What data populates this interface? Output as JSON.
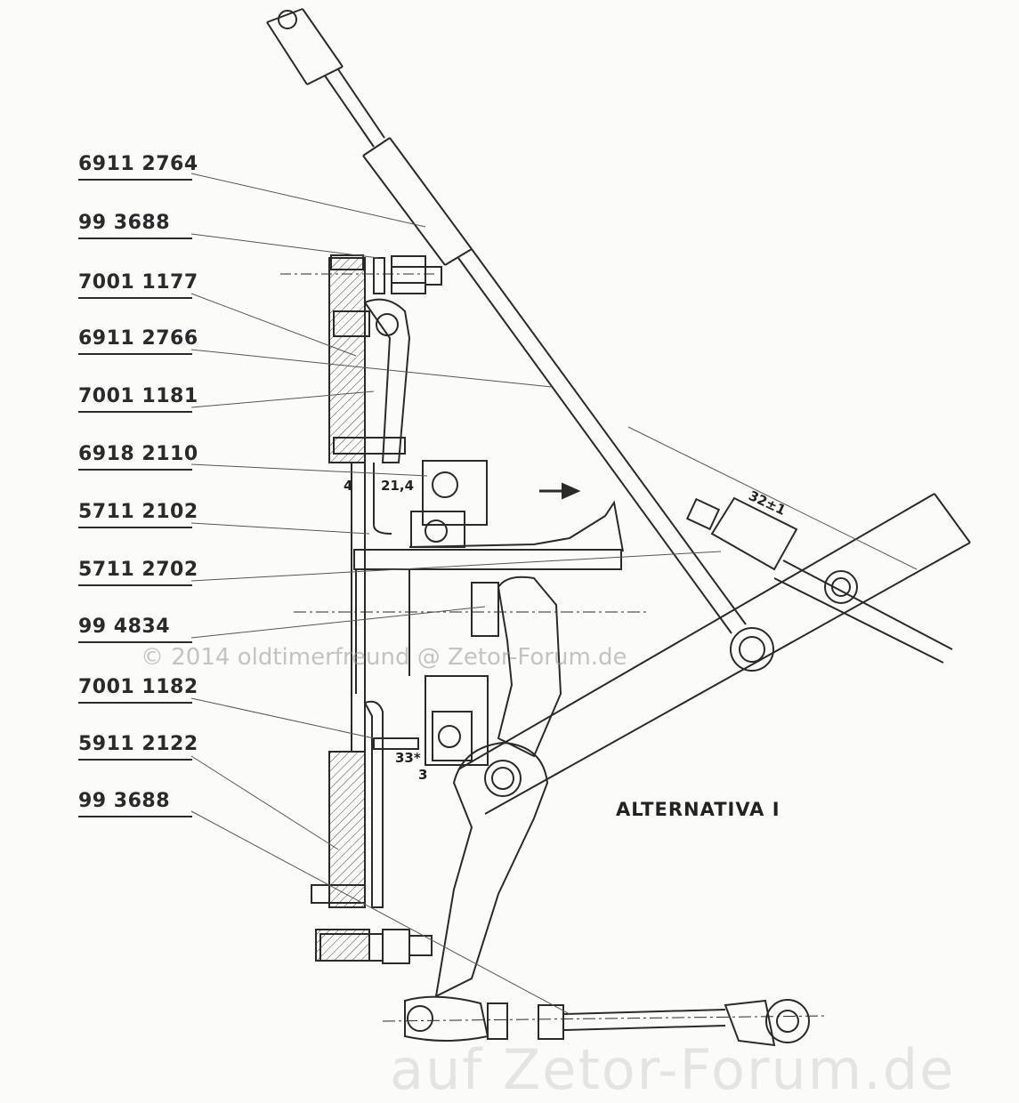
{
  "part_numbers": [
    "6911 2764",
    "99 3688",
    "7001 1177",
    "6911 2766",
    "7001 1181",
    "6918 2110",
    "5711 2102",
    "5711 2702",
    "99 4834",
    "7001 1182",
    "5911 2122",
    "99 3688"
  ],
  "title": "ALTERNATIVA I",
  "dimensions": {
    "d4": "4",
    "d21": "21,4",
    "d33": "33*",
    "d3": "3",
    "d32": "32±1"
  },
  "copyright": "© 2014 oldtimerfreund @ Zetor-Forum.de",
  "watermark": "auf Zetor-Forum.de",
  "colors": {
    "ink": "#2a2a2a",
    "paper": "#fbfbf9"
  }
}
